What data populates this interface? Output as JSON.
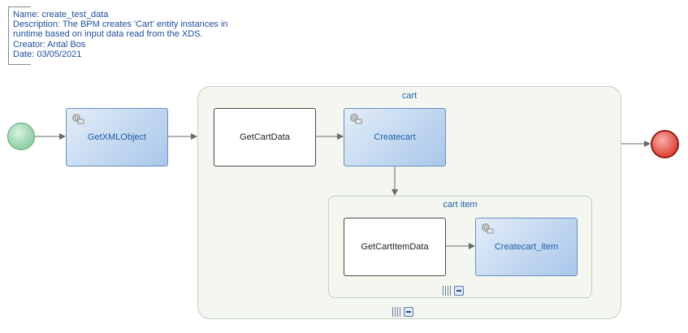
{
  "annotation": {
    "name": "Name: create_test_data",
    "description_line1": "Description: The BPM creates 'Cart' entity instances in",
    "description_line2": "runtime based on input data read from the XDS.",
    "creator": "Creator: Antal Bos",
    "date": "Date: 03/05/2021"
  },
  "subprocesses": {
    "cart": {
      "title": "cart"
    },
    "cart_item": {
      "title": "cart item"
    }
  },
  "tasks": {
    "get_xml_object": "GetXMLObject",
    "get_cart_data": "GetCartData",
    "createcart": "Createcart",
    "get_cart_item_data": "GetCartItemData",
    "createcart_item": "Createcart_item"
  },
  "colors": {
    "start_event": "#8fd0a5",
    "end_event": "#e0483b",
    "service_task": "#c3d8f0",
    "subprocess_fill": "#f3f7ef",
    "label_blue": "#1f5fa8"
  },
  "icons": {
    "service_task": "gear-icon",
    "expand": "multi-instance-icon",
    "collapse": "collapse-minus-icon"
  }
}
